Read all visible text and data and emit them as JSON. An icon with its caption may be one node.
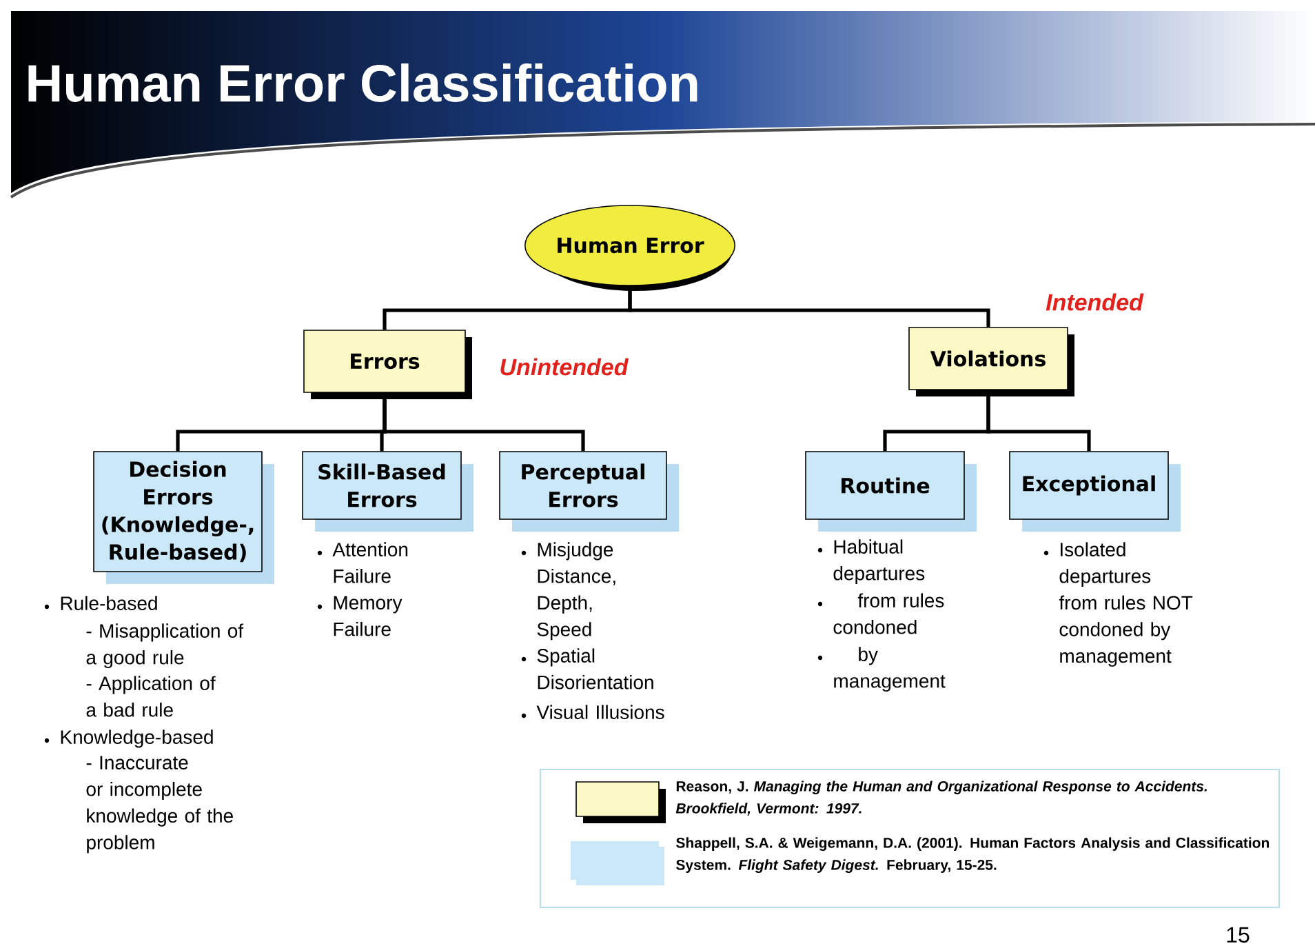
{
  "diagram": {
    "title": "Human Error Classification",
    "nodes": [
      {
        "text": [
          "Human Error"
        ]
      },
      {
        "text": [
          "Errors"
        ]
      },
      {
        "text": [
          "Violations"
        ]
      },
      {
        "text": [
          "Decision Errors (Knowledge-, Rule-based)"
        ],
        "beside": [
          "Rule-based",
          "- Misapplication of a good rule",
          "- Application of a bad rule",
          "Knowledge-based",
          "- Inaccurate or incomplete knowledge of the problem"
        ]
      },
      {
        "text": [
          "Skill-Based Errors"
        ],
        "beside": [
          "Attention Failure",
          "Memory Failure"
        ]
      },
      {
        "text": [
          "Perceptual Errors"
        ],
        "beside": [
          "Misjudge Distance, Depth, Speed",
          "Spatial Disorientation",
          "Visual Illusions"
        ]
      },
      {
        "text": [
          "Routine"
        ],
        "beside": [
          "Habitual departures",
          "from rules condoned",
          "by management"
        ]
      },
      {
        "text": [
          "Exceptional"
        ],
        "beside": [
          "Isolated departures from rules NOT condoned by management"
        ]
      }
    ],
    "edges": [
      {
        "from": 0,
        "to": 1,
        "arrow": "none"
      },
      {
        "from": 0,
        "to": 2,
        "arrow": "none"
      },
      {
        "from": 1,
        "to": 3,
        "arrow": "none"
      },
      {
        "from": 1,
        "to": 4,
        "arrow": "none"
      },
      {
        "from": 1,
        "to": 5,
        "arrow": "none"
      },
      {
        "from": 2,
        "to": 6,
        "arrow": "none"
      },
      {
        "from": 2,
        "to": 7,
        "arrow": "none"
      }
    ],
    "labels": [
      "Intended",
      "Unintended",
      "15"
    ],
    "legend": [
      {
        "text": "Reason, J. *Managing the Human and Organizational Response to Accidents. Brookfield, Vermont: 1997.*",
        "color": "#fbf8c6"
      },
      {
        "text": "Shappell, S.A. & Weigemann, D.A. (2001). Human Factors Analysis and Classification System. *Flight Safety Digest.* February, 15-25.",
        "color": "#cbe8f8"
      }
    ]
  }
}
